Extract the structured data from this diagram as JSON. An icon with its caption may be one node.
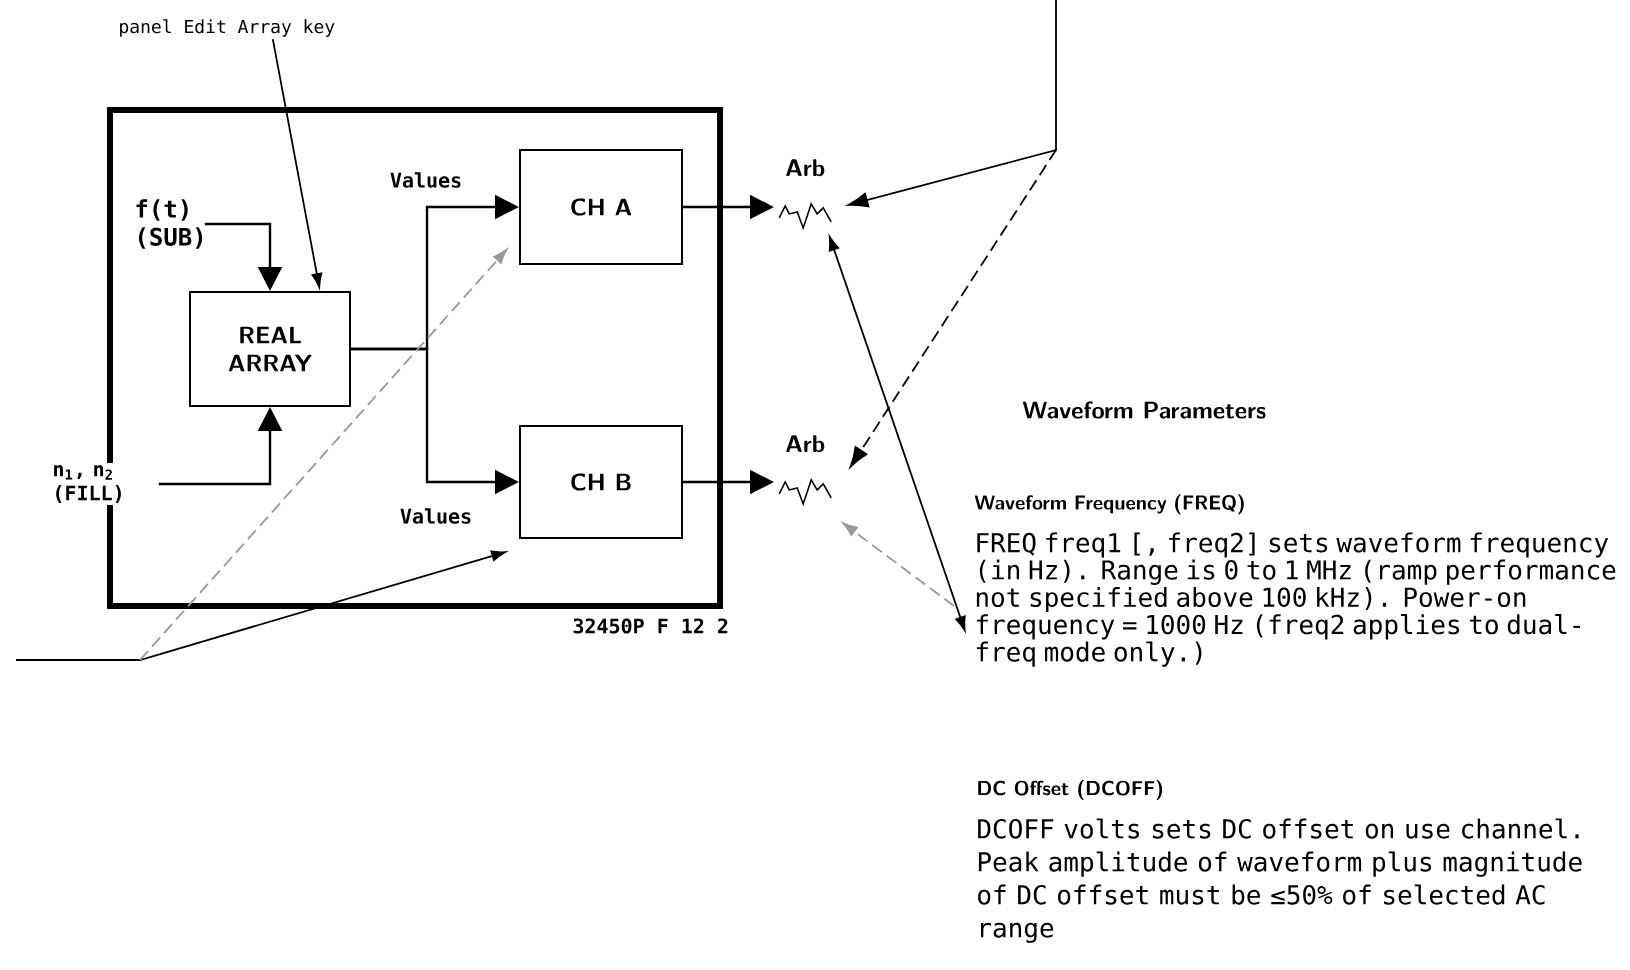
{
  "diagram": {
    "nodes": [
      {
        "text": [],
        "shape": "box"
      },
      {
        "text": [
          "REAL ARRAY"
        ],
        "in": 0
      },
      {
        "text": [
          "CH A"
        ],
        "in": 0
      },
      {
        "text": [
          "CH B"
        ],
        "in": 0
      },
      {
        "text": [
          "f(t) (SUB)"
        ],
        "in": 0
      },
      {
        "text": [
          "n$_{1}$, n$_{2}$ (FILL)"
        ]
      },
      {
        "text": [
          "Arb"
        ]
      },
      {
        "text": [
          "Arb"
        ]
      },
      {
        "text": [
          "panel Edit Array key"
        ]
      },
      {
        "text": [
          "Waveform Frequency (FREQ)",
          "FREQ freq1 [, freq2] sets waveform frequency (in Hz). Range is 0 to 1 MHz (ramp performance not specified above 100 kHz). Power-on frequency = 1000 Hz (freq2 applies to dual-freq mode only.)"
        ]
      }
    ],
    "edges": [
      {
        "from": 8,
        "to": 1,
        "arrow": "to"
      },
      {
        "from": 4,
        "to": 1,
        "arrow": "to"
      },
      {
        "from": 5,
        "to": 1,
        "arrow": "to"
      },
      {
        "from": 1,
        "to": 2,
        "arrow": "to",
        "label": "Values"
      },
      {
        "from": 1,
        "to": 3,
        "arrow": "to",
        "label": "Values"
      },
      {
        "from": 2,
        "to": 6,
        "arrow": "to"
      },
      {
        "from": 3,
        "to": 7,
        "arrow": "to"
      },
      {
        "from": null,
        "to": 3,
        "arrow": "to"
      },
      {
        "from": null,
        "to": 2,
        "arrow": "to",
        "style": "dashed",
        "color": "#999999"
      },
      {
        "from": null,
        "to": 6,
        "arrow": "to"
      },
      {
        "from": null,
        "to": 7,
        "arrow": "to",
        "style": "dashed"
      },
      {
        "from": 9,
        "to": 6,
        "arrow": "both"
      },
      {
        "from": 9,
        "to": 7,
        "arrow": "to",
        "style": "dashed",
        "color": "#999999"
      }
    ],
    "labels": [
      "32450P F 12 2",
      "Waveform Parameters",
      "DC Offset (DCOFF)",
      "DCOFF volts sets DC offset on use channel. Peak amplitude of waveform plus magnitude of DC offset must be ≤50% of selected AC range"
    ]
  }
}
